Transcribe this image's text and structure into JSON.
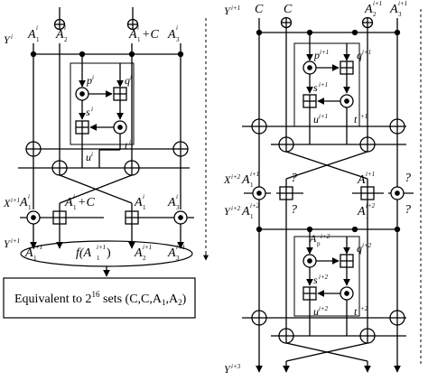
{
  "left": {
    "y_label": "Y",
    "y_sup": "i",
    "top_inputs": [
      {
        "main": "A",
        "sub": "1",
        "sup": "i"
      },
      {
        "main": "A",
        "sub": "2",
        "sup": "i"
      },
      {
        "main": "A",
        "sub": "1",
        "sup": "i",
        "suffix": "+C"
      },
      {
        "main": "A",
        "sub": "3",
        "sup": "i"
      }
    ],
    "inner": {
      "p": "p",
      "p_sup": "i",
      "q": "q",
      "q_sup": "i",
      "s": "s",
      "s_sup": "i",
      "t": "t",
      "t_sup": "i",
      "u": "u",
      "u_sup": "i"
    },
    "x_label": "X",
    "x_sup": "i+1",
    "mid_inputs": [
      {
        "main": "A",
        "sub": "1",
        "sup": "i"
      },
      {
        "main": "A",
        "sub": "1",
        "sup": "i",
        "suffix": "+C"
      },
      {
        "main": "A",
        "sub": "1",
        "sup": "i"
      },
      {
        "main": "A",
        "sub": "3",
        "sup": "i"
      }
    ],
    "y2_label": "Y",
    "y2_sup": "i+1",
    "bottom_outputs": [
      {
        "main": "A",
        "sub": "1",
        "sup": "i+1"
      },
      {
        "text": "f(A",
        "sub": "1",
        "sup": "i+1",
        "close": ")"
      },
      {
        "main": "A",
        "sub": "2",
        "sup": "i+1"
      },
      {
        "main": "A",
        "sub": "3",
        "sup": "i+1"
      }
    ],
    "equiv_text": "Equivalent to 2",
    "equiv_sup": "16",
    "equiv_tail": " sets (C,C,A",
    "equiv_sub1": "1",
    "equiv_mid": ",A",
    "equiv_sub2": "2",
    "equiv_close": ")"
  },
  "right": {
    "y_label": "Y",
    "y_sup": "i+1",
    "top_inputs": [
      {
        "text": "C"
      },
      {
        "text": "C"
      },
      {
        "main": "A",
        "sub": "2",
        "sup": "i+1"
      },
      {
        "main": "A",
        "sub": "3",
        "sup": "i+1"
      }
    ],
    "inner1": {
      "p": "p",
      "p_sup": "i+1",
      "q": "q",
      "q_sup": "i+1",
      "s": "s",
      "s_sup": "i+1",
      "t": "t",
      "t_sup": "i+1",
      "u": "u",
      "u_sup": "i+1"
    },
    "x_label": "X",
    "x_sup": "i+2",
    "x_inputs": [
      {
        "main": "A",
        "sub": "1",
        "sup": "i+1"
      },
      {
        "text": "?"
      },
      {
        "main": "A",
        "sub": "1",
        "sup": "i+1"
      },
      {
        "text": "?"
      }
    ],
    "y2_label": "Y",
    "y2_sup": "i+2",
    "y2_inputs": [
      {
        "main": "A",
        "sub": "1",
        "sup": "i+2"
      },
      {
        "text": "?"
      },
      {
        "main": "A",
        "sub": "1",
        "sup": "i+2"
      },
      {
        "text": "?"
      }
    ],
    "inner2": {
      "p": "p",
      "p_sup": "i+2",
      "q": "q",
      "q_sup": "i+2",
      "s": "s",
      "s_sup": "i+2",
      "t": "t",
      "t_sup": "i+2",
      "u": "u",
      "u_sup": "i+2"
    },
    "inner2_a": {
      "main": "A",
      "sub": "p",
      "sup": "i+2"
    },
    "y3_label": "Y",
    "y3_sup": "i+3"
  }
}
